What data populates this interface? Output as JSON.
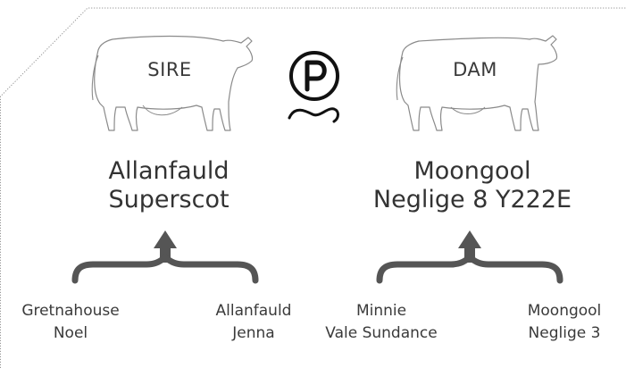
{
  "sire": {
    "label": "SIRE",
    "name_lines": [
      "Allanfauld",
      "Superscot"
    ],
    "parents": [
      {
        "lines": [
          "Gretnahouse",
          "Noel"
        ]
      },
      {
        "lines": [
          "Allanfauld",
          "Jenna"
        ]
      }
    ]
  },
  "dam": {
    "label": "DAM",
    "name_lines": [
      "Moongool",
      "Neglige 8 Y222E"
    ],
    "parents": [
      {
        "lines": [
          "Minnie",
          "Vale Sundance"
        ]
      },
      {
        "lines": [
          "Moongool",
          "Neglige 3"
        ]
      }
    ]
  },
  "center_logo": {
    "letter": "P",
    "icon": "polled-icon"
  },
  "colors": {
    "text": "#3a3a3a",
    "bracket": "#555555",
    "outline": "#8a8a8a",
    "border": "#9a9a9a"
  }
}
